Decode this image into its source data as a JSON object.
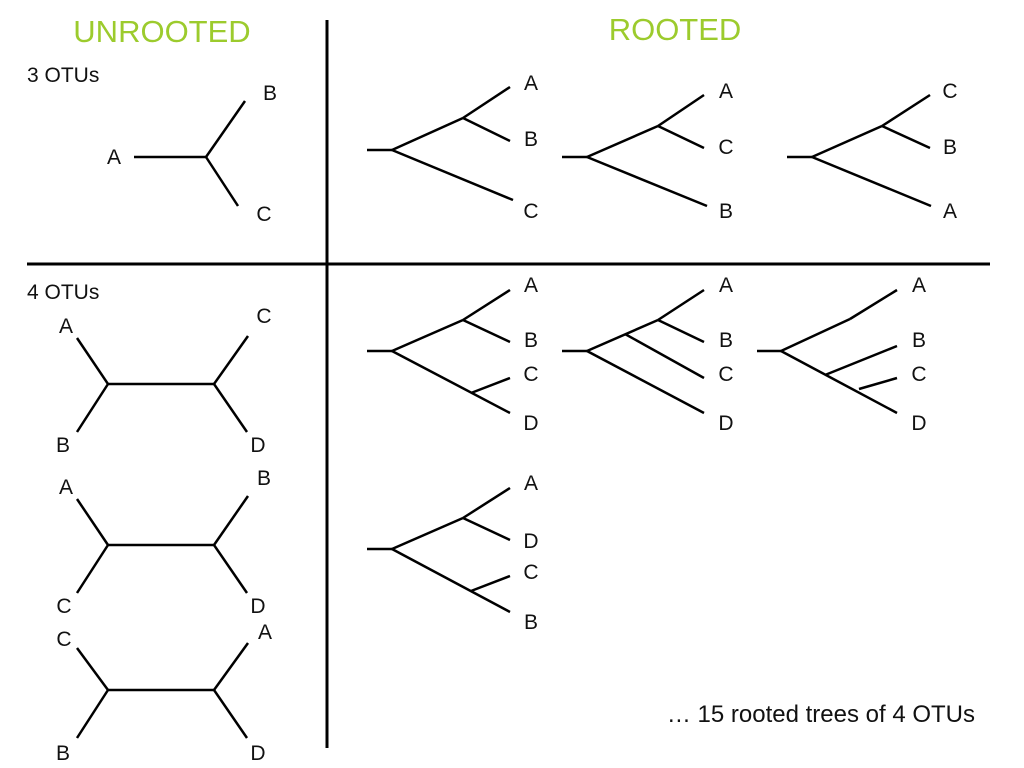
{
  "headers": {
    "unrooted": "UNROOTED",
    "rooted": "ROOTED"
  },
  "sections": {
    "three": "3 OTUs",
    "four": "4 OTUs"
  },
  "footnote": "… 15 rooted trees of 4 OTUs",
  "colors": {
    "header": "#9ccb2d",
    "lines": "#000000"
  },
  "unrooted_3": {
    "leaves": [
      "A",
      "B",
      "C"
    ]
  },
  "unrooted_4": [
    {
      "leaves": [
        "A",
        "B",
        "C",
        "D"
      ]
    },
    {
      "leaves": [
        "A",
        "C",
        "B",
        "D"
      ]
    },
    {
      "leaves": [
        "C",
        "B",
        "A",
        "D"
      ]
    }
  ],
  "rooted_3": [
    {
      "leaves": [
        "A",
        "B",
        "C"
      ]
    },
    {
      "leaves": [
        "A",
        "C",
        "B"
      ]
    },
    {
      "leaves": [
        "C",
        "B",
        "A"
      ]
    }
  ],
  "rooted_4": [
    {
      "leaves": [
        "A",
        "B",
        "C",
        "D"
      ]
    },
    {
      "leaves": [
        "A",
        "B",
        "C",
        "D"
      ]
    },
    {
      "leaves": [
        "A",
        "B",
        "C",
        "D"
      ]
    },
    {
      "leaves": [
        "A",
        "D",
        "C",
        "B"
      ]
    }
  ]
}
